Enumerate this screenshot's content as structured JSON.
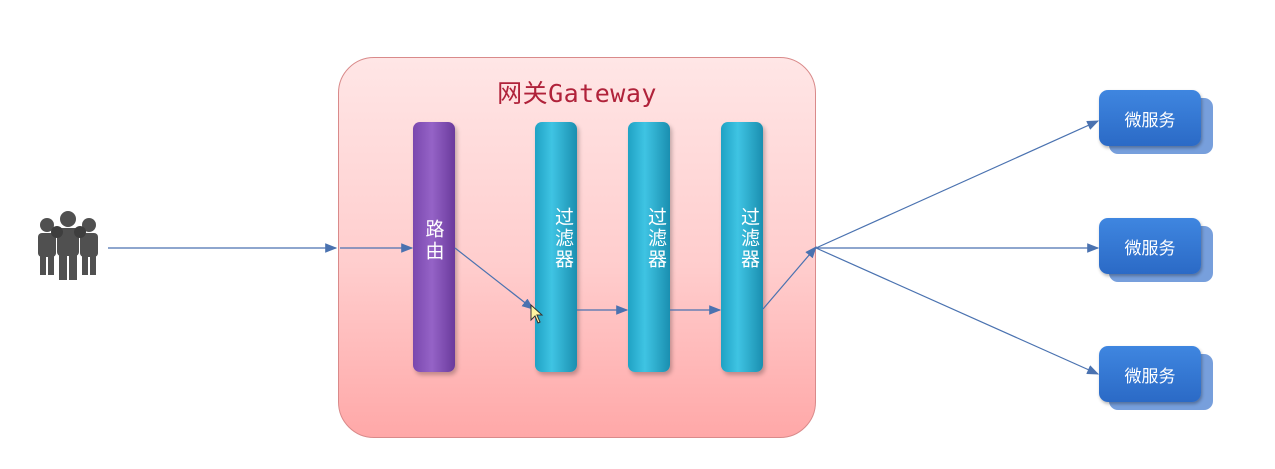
{
  "gateway": {
    "title": "网关Gateway"
  },
  "router": {
    "label": "路由"
  },
  "filters": [
    {
      "label": "过滤器"
    },
    {
      "label": "过滤器"
    },
    {
      "label": "过滤器"
    }
  ],
  "services": [
    {
      "label": "微服务"
    },
    {
      "label": "微服务"
    },
    {
      "label": "微服务"
    }
  ],
  "colors": {
    "gateway_bg": "#ffcdcd",
    "router": "#8a58bd",
    "filter": "#36b8d8",
    "service": "#3479d4",
    "arrow": "#4a72b0",
    "title": "#b0223a"
  },
  "icons": {
    "users": "users-group-icon",
    "cursor": "mouse-cursor-icon"
  }
}
